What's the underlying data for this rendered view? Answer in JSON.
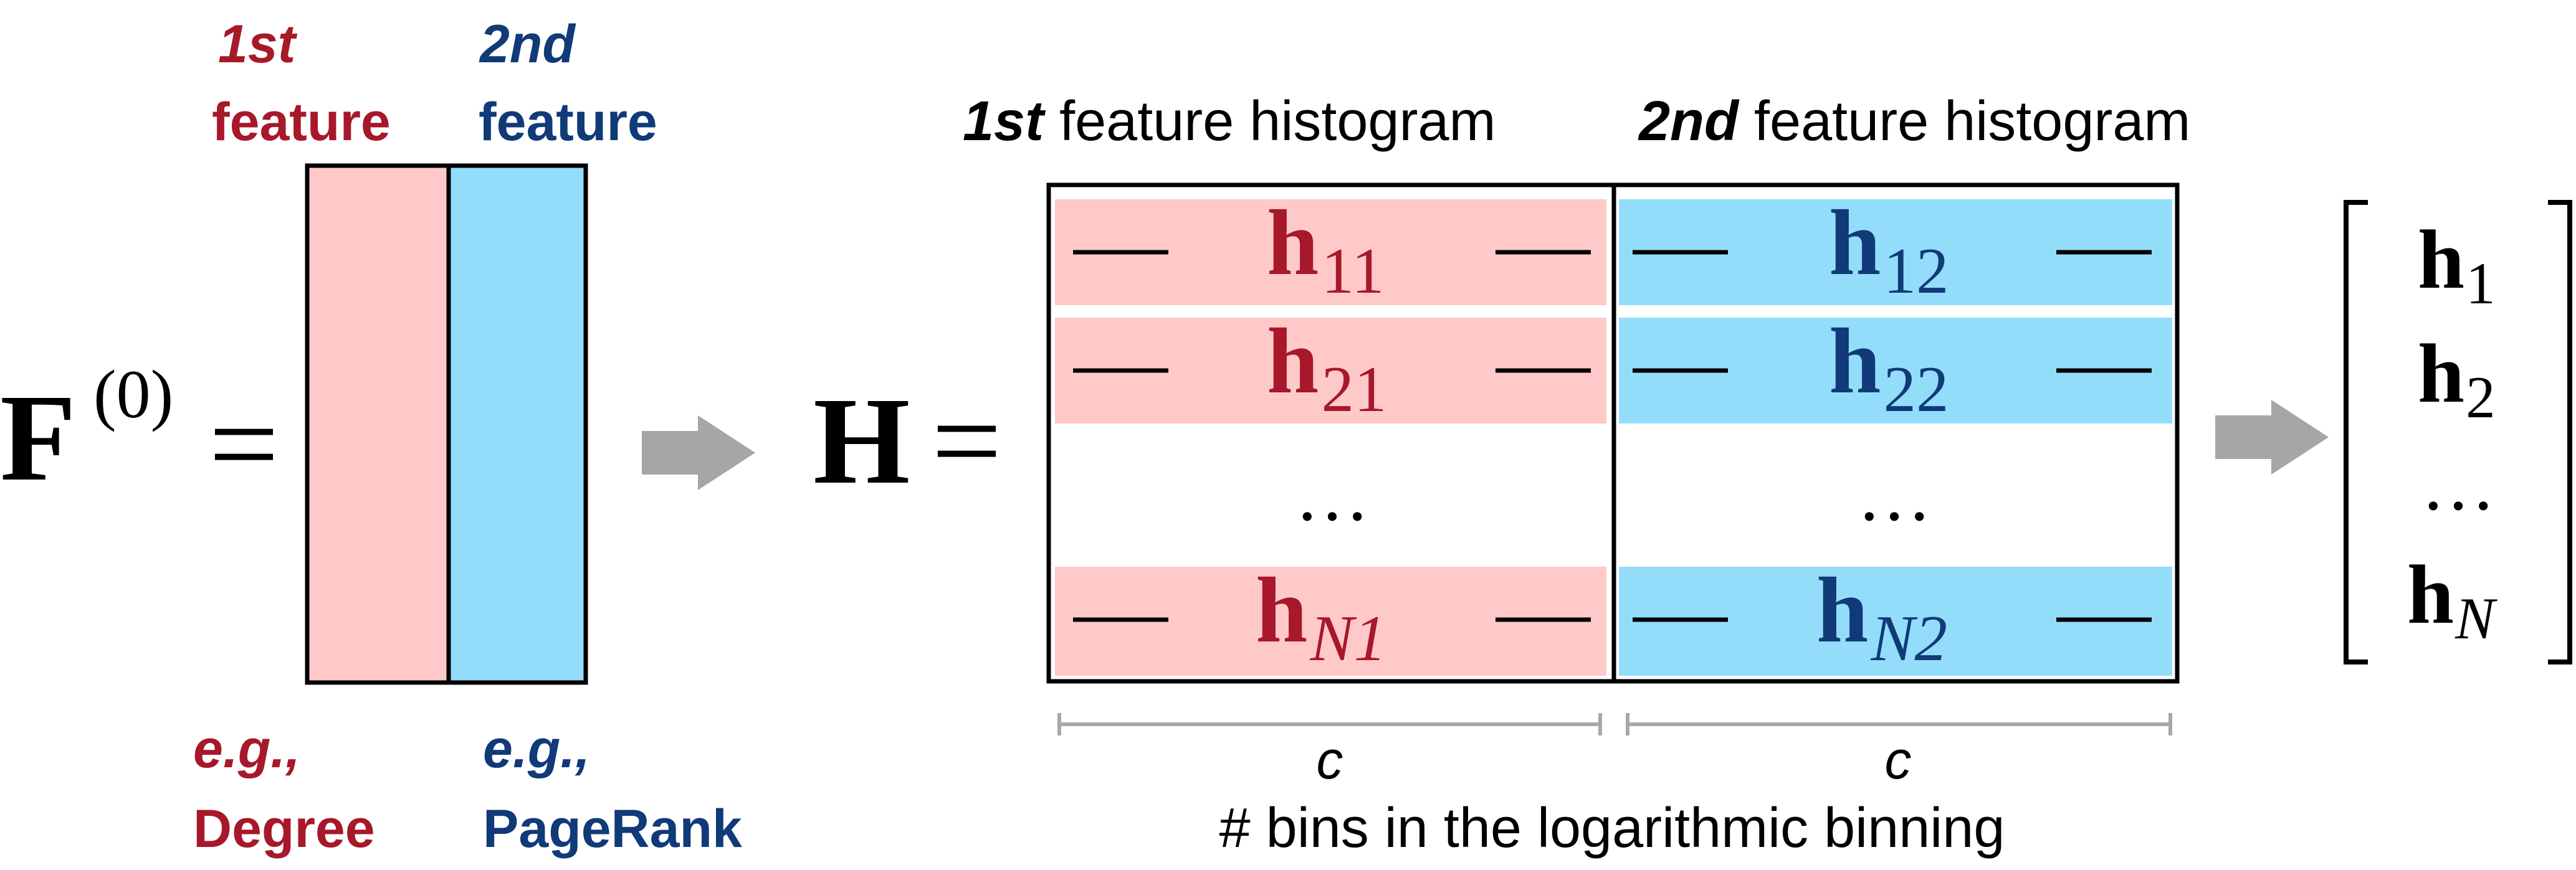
{
  "colors": {
    "red": "#a7182a",
    "blue": "#103a78",
    "pink_fill": "#ffc9c9",
    "cyan_fill": "#93ddfb",
    "arrow_gray": "#a6a6a6",
    "brace_gray": "#a8a8a8",
    "ink": "#000000"
  },
  "features": [
    {
      "ordinal": "1st",
      "word": "feature",
      "eg": "e.g.,",
      "example": "Degree",
      "color": "red"
    },
    {
      "ordinal": "2nd",
      "word": "feature",
      "eg": "e.g.,",
      "example": "PageRank",
      "color": "blue"
    }
  ],
  "left_equation": {
    "symbol": "F",
    "superscript": "(0)",
    "equals": "="
  },
  "right_equation": {
    "symbol": "H",
    "equals": "="
  },
  "histogram_headers": [
    {
      "ordinal": "1st",
      "rest": " feature histogram"
    },
    {
      "ordinal": "2nd",
      "rest": " feature histogram"
    }
  ],
  "histogram_rows": [
    {
      "h": "h",
      "sub1": "11",
      "sub2": "12",
      "dash": "—"
    },
    {
      "h": "h",
      "sub1": "21",
      "sub2": "22",
      "dash": "—"
    },
    {
      "ellipsis": "…"
    },
    {
      "h": "h",
      "sub1": "N1",
      "sub2": "N2",
      "dash": "—"
    }
  ],
  "bins_label": "c",
  "bins_caption": "# bins in the logarithmic binning",
  "output_vector": [
    {
      "base": "h",
      "sub": "1"
    },
    {
      "base": "h",
      "sub": "2"
    },
    {
      "ellipsis": "…"
    },
    {
      "base": "h",
      "sub": "N"
    }
  ]
}
